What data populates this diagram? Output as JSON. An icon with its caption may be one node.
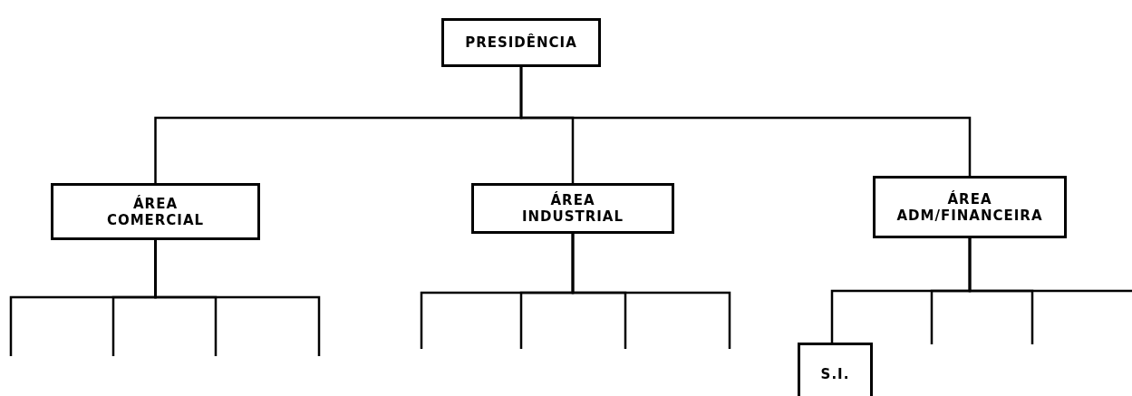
{
  "diagram": {
    "nodes": [
      {
        "text": [
          "PRESIDÊNCIA"
        ]
      },
      {
        "text": [
          "ÁREA COMERCIAL"
        ]
      },
      {
        "text": [
          "ÁREA INDUSTRIAL"
        ]
      },
      {
        "text": [
          "ÁREA ADM/FINANCEIRA"
        ]
      },
      {
        "text": [
          "S.I."
        ]
      }
    ],
    "edges": [
      {
        "from": 0,
        "to": 1,
        "arrow": "none"
      },
      {
        "from": 0,
        "to": 2,
        "arrow": "none"
      },
      {
        "from": 0,
        "to": 3,
        "arrow": "none"
      },
      {
        "from": 1,
        "to": null,
        "arrow": "none"
      },
      {
        "from": 1,
        "to": null,
        "arrow": "none"
      },
      {
        "from": 1,
        "to": null,
        "arrow": "none"
      },
      {
        "from": 1,
        "to": null,
        "arrow": "none"
      },
      {
        "from": 2,
        "to": null,
        "arrow": "none"
      },
      {
        "from": 2,
        "to": null,
        "arrow": "none"
      },
      {
        "from": 2,
        "to": null,
        "arrow": "none"
      },
      {
        "from": 2,
        "to": null,
        "arrow": "none"
      },
      {
        "from": 3,
        "to": 4,
        "arrow": "none"
      },
      {
        "from": 3,
        "to": null,
        "arrow": "none"
      },
      {
        "from": 3,
        "to": null,
        "arrow": "none"
      },
      {
        "from": 3,
        "to": null,
        "arrow": "none"
      }
    ]
  }
}
